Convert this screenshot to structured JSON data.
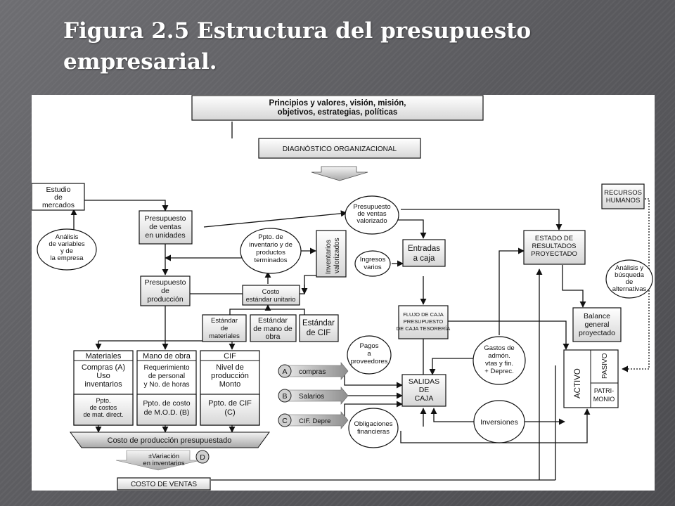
{
  "slide": {
    "title": "Figura 2.5 Estructura  del presupuesto empresarial."
  },
  "diagram": {
    "principles_line1": "Principios y valores, visión, misión,",
    "principles_line2": "objetivos, estrategias, políticas",
    "diagnostic": "DIAGNÓSTICO ORGANIZACIONAL",
    "market_study": [
      "Estudio",
      "de",
      "mercados"
    ],
    "variables_analysis": [
      "Análisis",
      "de variables",
      "y de",
      "la empresa"
    ],
    "sales_budget_units": [
      "Presupuesto",
      "de ventas",
      "en unidades"
    ],
    "sales_budget_valued": [
      "Presupuesto",
      "de ventas",
      "valorizado"
    ],
    "inventory_budget": [
      "Ppto. de",
      "inventario y de",
      "productos",
      "terminados"
    ],
    "valued_inventories": [
      "Inventarios",
      "valorizados"
    ],
    "cash_inflows": [
      "Entradas",
      "a caja"
    ],
    "other_income": [
      "Ingresos",
      "varios"
    ],
    "production_budget": [
      "Presupuesto",
      "de",
      "producción"
    ],
    "unit_standard_cost": [
      "Costo",
      "estándar unitario"
    ],
    "materials_standard": [
      "Estándar",
      "de",
      "materiales"
    ],
    "labor_standard": [
      "Estándar",
      "de mano de",
      "obra"
    ],
    "cif_standard": [
      "Estándar",
      "de CIF"
    ],
    "income_statement": [
      "ESTADO DE",
      "RESULTADOS",
      "PROYECTADO"
    ],
    "human_resources": [
      "RECURSOS",
      "HUMANOS"
    ],
    "alternatives_analysis": [
      "Análisis y",
      "búsqueda",
      "de",
      "alternativas"
    ],
    "cash_flow_budget": [
      "FLUJO DE CAJA",
      "PRESUPUESTO",
      "DE CAJA TESORERÍA"
    ],
    "balance_sheet": [
      "Balance",
      "general",
      "proyectado"
    ],
    "materials_col": {
      "header": "Materiales",
      "body": [
        "Compras (A)",
        "Uso",
        "inventarios"
      ],
      "footer": [
        "Ppto.",
        "de costos",
        "de mat. direct."
      ]
    },
    "labor_col": {
      "header": "Mano de obra",
      "body": [
        "Requerimiento",
        "de personal",
        "y No. de horas"
      ],
      "footer": [
        "Ppto. de costo",
        "de M.O.D. (B)"
      ]
    },
    "cif_col": {
      "header": "CIF",
      "body": [
        "Nivel de",
        "producción",
        "Monto"
      ],
      "footer": [
        "Ppto. de CIF",
        "(C)"
      ]
    },
    "suppliers_payments": [
      "Pagos",
      "a",
      "proveedores"
    ],
    "admin_expenses": [
      "Gastos de",
      "admón.",
      "vtas y fin.",
      "+ Deprec."
    ],
    "cash_outflows": [
      "SALIDAS",
      "DE",
      "CAJA"
    ],
    "assets": "ACTIVO",
    "liabilities": "PASIVO",
    "equity": [
      "PATRI-",
      "MONIO"
    ],
    "connector_a": {
      "letter": "A",
      "label": "compras"
    },
    "connector_b": {
      "letter": "B",
      "label": "Salarios"
    },
    "connector_c": {
      "letter": "C",
      "label": "CIF. Depre"
    },
    "connector_d": {
      "letter": "D"
    },
    "financial_obligations": [
      "Obligaciones",
      "financieras"
    ],
    "investments": "Inversiones",
    "production_cost": "Costo de producción presupuestado",
    "inventory_variation": [
      "±Variación",
      "en inventarios"
    ],
    "cost_of_sales": "COSTO DE VENTAS"
  }
}
